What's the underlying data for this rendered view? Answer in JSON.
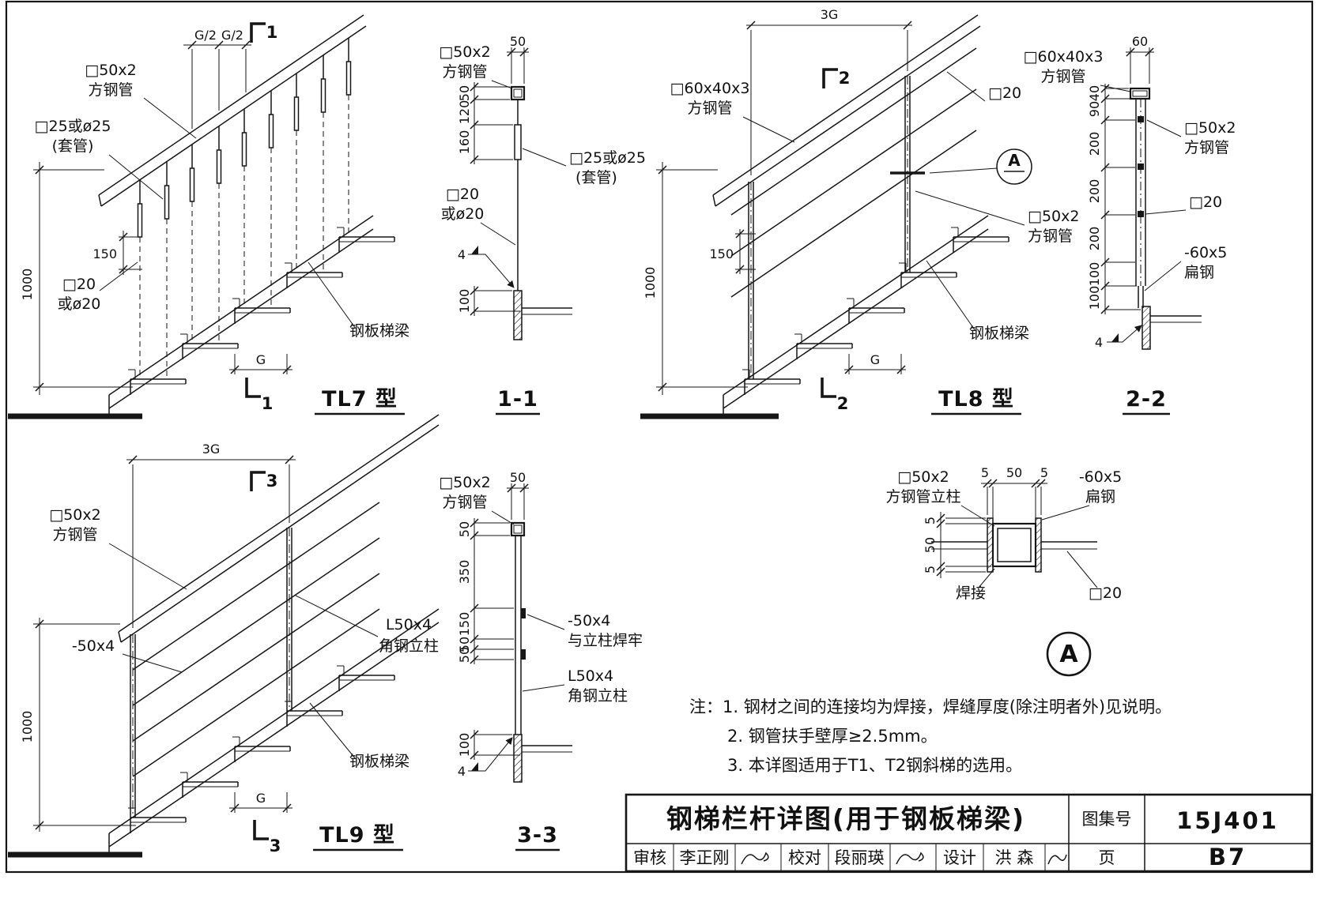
{
  "tl7": {
    "title": "TL7 型",
    "section_mark": "1",
    "dims": {
      "g2a": "G/2",
      "g2b": "G/2",
      "d150": "150",
      "d1000": "1000",
      "g": "G"
    },
    "labels": {
      "tube1": "□50x2",
      "tube2": "方钢管",
      "sleeve1": "□25或ø25",
      "sleeve2": "(套管)",
      "rod1": "□20",
      "rod2": "或ø20",
      "beam": "钢板梯梁"
    }
  },
  "sec11": {
    "title": "1-1",
    "dims": {
      "w50": "50",
      "h50": "50",
      "h120": "120",
      "h160": "160",
      "h100": "100"
    },
    "labels": {
      "tube1": "□50x2",
      "tube2": "方钢管",
      "sleeve1": "□25或ø25",
      "sleeve2": "(套管)",
      "rod1": "□20",
      "rod2": "或ø20",
      "weld": "4"
    }
  },
  "tl8": {
    "title": "TL8 型",
    "section_mark": "2",
    "dims": {
      "g3": "3G",
      "d150": "150",
      "d1000": "1000",
      "g": "G"
    },
    "labels": {
      "handrail1": "□60x40x3",
      "handrail2": "方钢管",
      "rail": "□20",
      "post1": "□50x2",
      "post2": "方钢管",
      "beam": "钢板梯梁",
      "bubble": "A"
    }
  },
  "sec22": {
    "title": "2-2",
    "dims": {
      "w60": "60",
      "h40": "40",
      "h90": "90",
      "h200a": "200",
      "h200b": "200",
      "h200c": "200",
      "h100a": "100",
      "h100b": "100"
    },
    "labels": {
      "handrail1": "□60x40x3",
      "handrail2": "方钢管",
      "post1": "□50x2",
      "post2": "方钢管",
      "rail": "□20",
      "flat1": "-60x5",
      "flat2": "扁钢",
      "weld": "4"
    }
  },
  "tl9": {
    "title": "TL9 型",
    "section_mark": "3",
    "dims": {
      "g3": "3G",
      "d1000": "1000",
      "g": "G"
    },
    "labels": {
      "tube1": "□50x2",
      "tube2": "方钢管",
      "flat": "-50x4",
      "angle1": "L50x4",
      "angle2": "角钢立柱",
      "beam": "钢板梯梁"
    }
  },
  "sec33": {
    "title": "3-3",
    "dims": {
      "w50": "50",
      "h50a": "50",
      "h350": "350",
      "h150": "150",
      "h50b": "50",
      "h50c": "50",
      "h100": "100"
    },
    "labels": {
      "tube1": "□50x2",
      "tube2": "方钢管",
      "flat1": "-50x4",
      "flat2": "与立柱焊牢",
      "angle1": "L50x4",
      "angle2": "角钢立柱",
      "weld": "4"
    }
  },
  "detail_a": {
    "bubble": "A",
    "dims": {
      "t5a": "5",
      "t50": "50",
      "t5b": "5",
      "l5a": "5",
      "l50": "50",
      "l5b": "5"
    },
    "labels": {
      "post1": "□50x2",
      "post2": "方钢管立柱",
      "flat1": "-60x5",
      "flat2": "扁钢",
      "weld": "焊接",
      "rail": "□20"
    }
  },
  "notes": {
    "line1": "注：1. 钢材之间的连接均为焊接，焊缝厚度(除注明者外)见说明。",
    "line2": "2. 钢管扶手壁厚≥2.5mm。",
    "line3": "3. 本详图适用于T1、T2钢斜梯的选用。"
  },
  "titleblock": {
    "title": "钢梯栏杆详图(用于钢板梯梁)",
    "atlas_label": "图集号",
    "atlas_no": "15J401",
    "page_label": "页",
    "page_no": "B7",
    "reviewer_label": "审核",
    "reviewer": "李正刚",
    "checker_label": "校对",
    "checker": "段丽瑛",
    "designer_label": "设计",
    "designer": "洪  森"
  }
}
